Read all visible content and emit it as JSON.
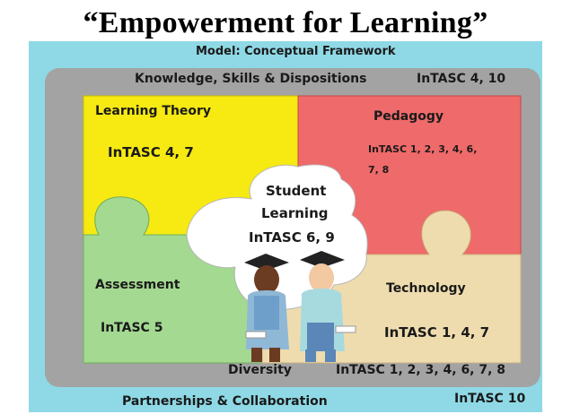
{
  "title": "“Empowerment for Learning”",
  "model_label": "Model: Conceptual Framework",
  "top_band": {
    "label": "Knowledge, Skills & Dispositions",
    "standards": "InTASC 4, 10"
  },
  "pieces": {
    "learning_theory": {
      "title": "Learning Theory",
      "standards": "InTASC 4, 7"
    },
    "pedagogy": {
      "title": "Pedagogy",
      "standards_line1": "InTASC 1, 2, 3, 4, 6,",
      "standards_line2": "7, 8"
    },
    "center": {
      "line1": "Student",
      "line2": "Learning",
      "standards": "InTASC 6, 9"
    },
    "assessment": {
      "title": "Assessment",
      "standards": "InTASC 5"
    },
    "technology": {
      "title": "Technology",
      "standards": "InTASC 1, 4, 7"
    }
  },
  "bottom_inner": {
    "label": "Diversity",
    "standards": "InTASC 1, 2, 3, 4, 6, 7, 8"
  },
  "bottom_band": {
    "label": "Partnerships & Collaboration",
    "standards": "InTASC 10"
  },
  "colors": {
    "outer_frame": "#8fd9e6",
    "gray_frame": "#a3a3a3",
    "yellow": "#f6ea12",
    "red": "#ef6a6a",
    "green": "#a3d991",
    "tan": "#efdcae",
    "white": "#ffffff"
  }
}
